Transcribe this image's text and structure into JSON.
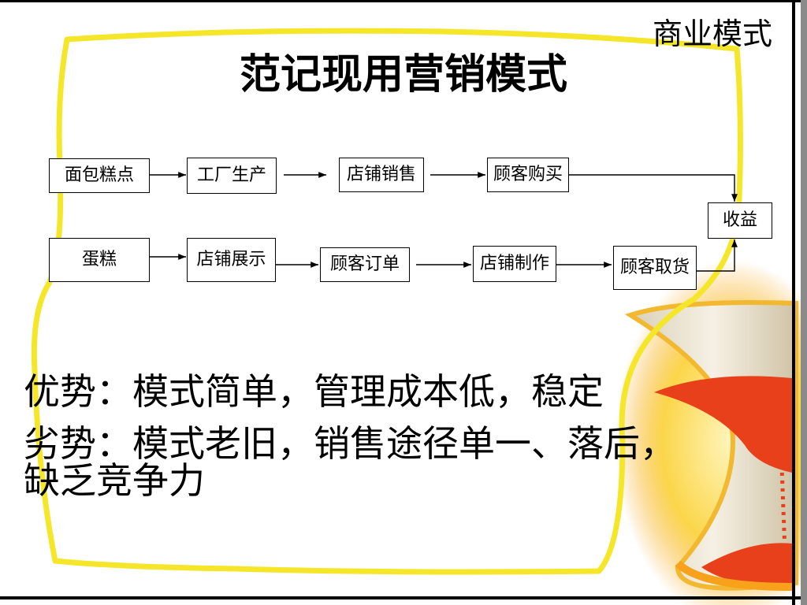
{
  "corner_label": "商业模式",
  "title": "范记现用营销模式",
  "flow": {
    "row1": [
      "面包糕点",
      "工厂生产",
      "店铺销售",
      "顾客购买"
    ],
    "row2": [
      "蛋糕",
      "店铺展示",
      "顾客订单",
      "店铺制作",
      "顾客取货"
    ],
    "result": "收益"
  },
  "advantages": "优势：模式简单，管理成本低，稳定",
  "disadvantages_line1": "劣势：模式老旧，销售途径单一、落后，",
  "disadvantages_line2": "缺乏竞争力",
  "colors": {
    "frame_yellow": "#f5e62a",
    "sand_red": "#e8401a",
    "glow_orange": "#f7a21a"
  },
  "decor_icon": "hourglass-icon"
}
